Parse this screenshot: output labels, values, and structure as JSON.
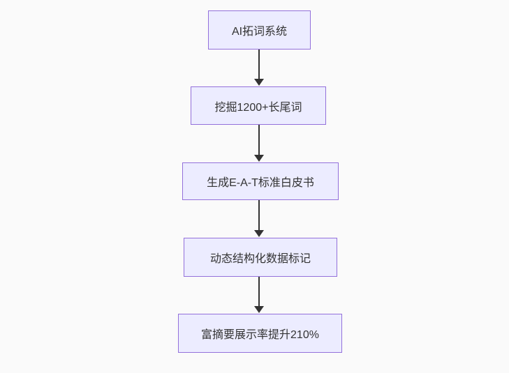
{
  "diagram": {
    "type": "flowchart",
    "direction": "top-down",
    "nodes": [
      {
        "label": "AI拓词系统"
      },
      {
        "label": "挖掘1200+长尾词"
      },
      {
        "label": "生成E-A-T标准白皮书"
      },
      {
        "label": "动态结构化数据标记"
      },
      {
        "label": "富摘要展示率提升210%"
      }
    ],
    "edges": [
      {
        "from": "AI拓词系统",
        "to": "挖掘1200+长尾词"
      },
      {
        "from": "挖掘1200+长尾词",
        "to": "生成E-A-T标准白皮书"
      },
      {
        "from": "生成E-A-T标准白皮书",
        "to": "动态结构化数据标记"
      },
      {
        "from": "动态结构化数据标记",
        "to": "富摘要展示率提升210%"
      }
    ],
    "colors": {
      "background": "#fafafa",
      "node_fill": "#ECECFF",
      "node_border": "#9370DB",
      "node_text": "#333333",
      "arrow": "#333333"
    }
  }
}
